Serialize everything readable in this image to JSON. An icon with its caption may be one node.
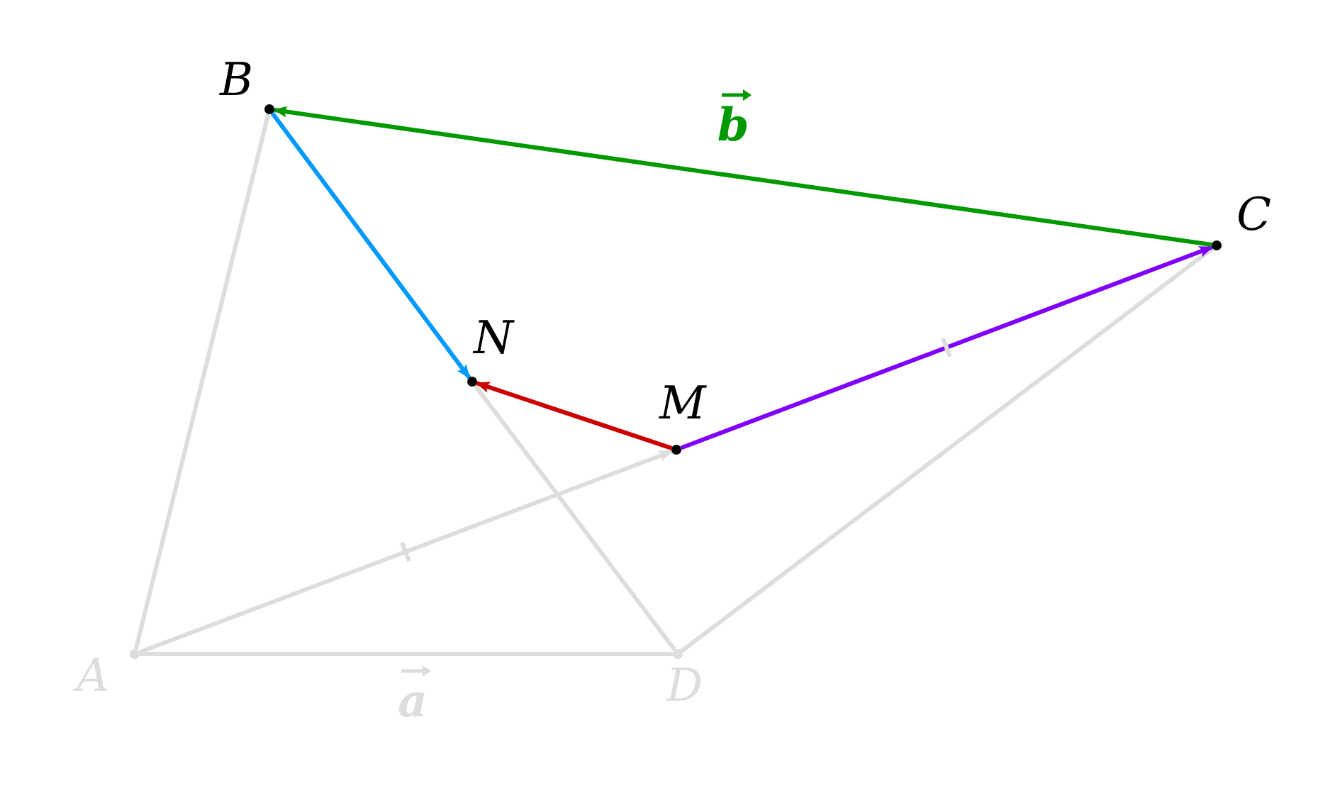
{
  "diagram": {
    "nodes": [
      {
        "text": [
          "A"
        ]
      },
      {
        "text": [
          "B"
        ]
      },
      {
        "text": [
          "C"
        ]
      },
      {
        "text": [
          "D"
        ]
      },
      {
        "text": [
          "M"
        ]
      },
      {
        "text": [
          "N"
        ]
      }
    ],
    "edges": [
      {
        "from": 0,
        "to": 1,
        "arrow": "none",
        "color": "#dddddd"
      },
      {
        "from": 0,
        "to": 3,
        "arrow": "none",
        "color": "#dddddd",
        "label": "a"
      },
      {
        "from": 0,
        "to": 4,
        "arrow": "to",
        "color": "#dddddd"
      },
      {
        "from": 5,
        "to": 3,
        "arrow": "none",
        "color": "#dddddd"
      },
      {
        "from": 3,
        "to": 2,
        "arrow": "none",
        "color": "#dddddd"
      },
      {
        "from": 1,
        "to": 5,
        "arrow": "to",
        "color": "#0099ff"
      },
      {
        "from": 4,
        "to": 5,
        "arrow": "to",
        "color": "#cc0000"
      },
      {
        "from": 4,
        "to": 2,
        "arrow": "to",
        "color": "#7f00ff"
      },
      {
        "from": 2,
        "to": 1,
        "arrow": "to",
        "color": "#009900",
        "label": "b"
      }
    ]
  }
}
